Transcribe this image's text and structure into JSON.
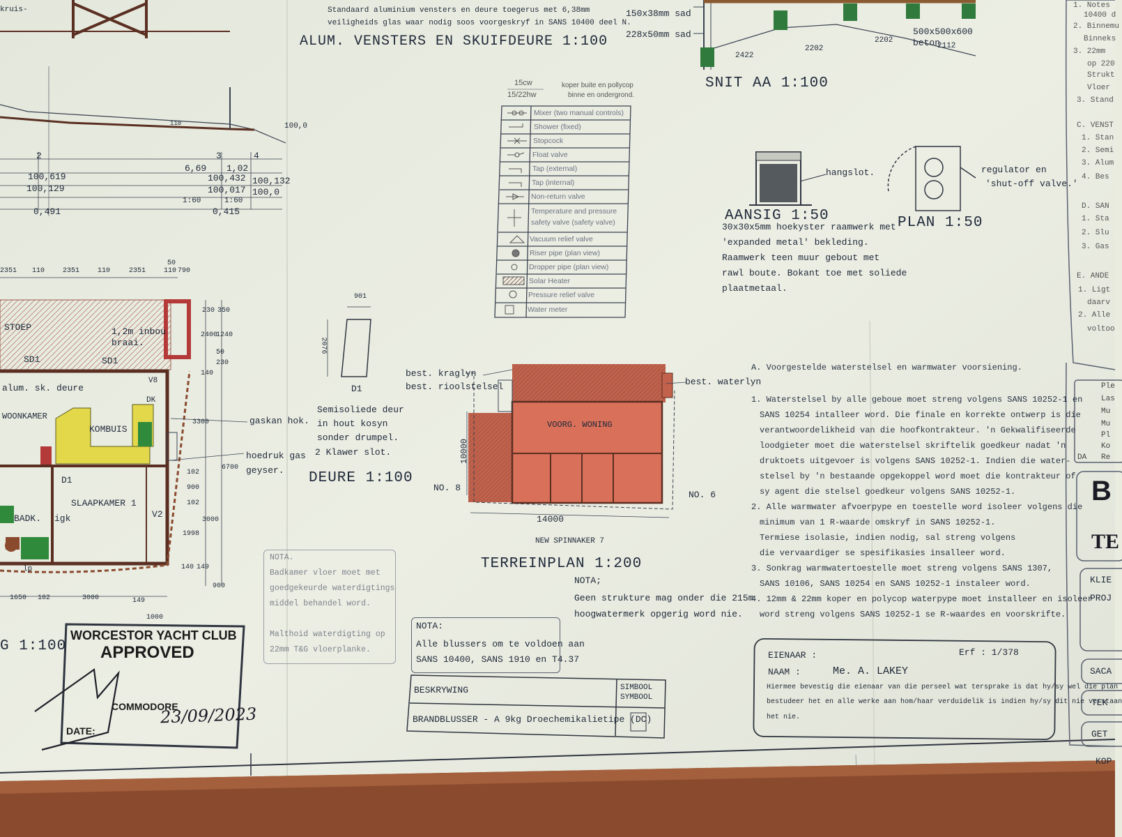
{
  "top": {
    "glazing_note_line1": "Standaard aluminium vensters en deure toegerus met 6,38mm",
    "glazing_note_line2": "veiligheids glas waar nodig soos voorgeskryf in SANS 10400 deel N.",
    "alum_title": "ALUM. VENSTERS EN SKUIFDEURE 1:100",
    "top_left_text": "kruis-"
  },
  "section": {
    "timber1": "150x38mm sad",
    "timber2": "228x50mm sad",
    "footing": "500x500x600",
    "footing2": "beton",
    "dims": [
      "2422",
      "2202",
      "2202",
      "2112"
    ],
    "title": "SNIT AA 1:100"
  },
  "levels": {
    "values": [
      "110",
      "100,0",
      "2",
      "3",
      "4",
      "6,69",
      "1,02",
      "100,619",
      "100,432",
      "100,132",
      "100,129",
      "100,017",
      "100,0",
      "1:60",
      "1:60",
      "0,491",
      "0,415"
    ]
  },
  "legend": {
    "header1": "15cw",
    "header2": "15/22hw",
    "header_note1": "koper buite en pollycop",
    "header_note2": "binne en ondergrond.",
    "rows": [
      "Mixer (two manual controls)",
      "Shower (fixed)",
      "Stopcock",
      "Float valve",
      "Tap (external)",
      "Tap (internal)",
      "Non-return valve",
      "Temperature and pressure",
      "safety valve (safety valve)",
      "Vacuum relief valve",
      "Riser pipe (plan view)",
      "Dropper pipe (plan view)",
      "Solar Heater",
      "Pressure relief valve",
      "Water meter"
    ]
  },
  "gas": {
    "label": "hangslot.",
    "elev_title": "AANSIG 1:50",
    "plan_title": "PLAN 1:50",
    "regulator1": "regulator en",
    "regulator2": "'shut-off valve.'",
    "desc": [
      "30x30x5mm hoekyster raamwerk met",
      "'expanded metal' bekleding.",
      "Raamwerk teen muur gebout met",
      "rawl boute. Bokant toe met soliede",
      "plaatmetaal."
    ]
  },
  "plan": {
    "dims_top": [
      "2351",
      "110",
      "2351",
      "110",
      "2351",
      "110",
      "790"
    ],
    "dim_top_50": "50",
    "rooms": {
      "stoep": "STOEP",
      "inbou": "1,2m inbou",
      "braai": "braai.",
      "sd1a": "SD1",
      "sd1b": "SD1",
      "door": "alum. sk. deure",
      "woonkamer": "WOONKAMER",
      "kombuis": "KOMBUIS",
      "d1": "D1",
      "slaapkamer": "SLAAPKAMER 1",
      "v2": "V2",
      "badk": "BADK.",
      "igk": "igk",
      "v8": "V8",
      "dk": "DK",
      "lp": "lp"
    },
    "vdims": [
      "230",
      "350",
      "2400",
      "1240",
      "50",
      "230",
      "140",
      "3300",
      "6700",
      "102",
      "900",
      "102",
      "3000",
      "1998",
      "140",
      "149",
      "900"
    ],
    "bdims": [
      "1650",
      "102",
      "3000",
      "149",
      "1000"
    ],
    "gas_labels": [
      "gaskan hok.",
      "hoedruk gas",
      "geyser."
    ],
    "title": "G 1:100"
  },
  "door": {
    "width": "901",
    "height": "2076",
    "tag": "D1",
    "desc": [
      "Semisoliede deur",
      "in hout kosyn",
      "sonder drumpel.",
      "2 Klawer slot."
    ],
    "title": "DEURE 1:100"
  },
  "site": {
    "kraglyn": "best. kraglyn",
    "rioolstelsel": "best. rioolstelsel",
    "waterlyn": "best. waterlyn",
    "house": "VOORG. WONING",
    "dim_v": "10000",
    "dim_h": "14000",
    "no8": "NO. 8",
    "no6": "NO. 6",
    "street": "NEW SPINNAKER 7",
    "title": "TERREINPLAN 1:200",
    "nota_title": "NOTA;",
    "nota1": "Geen strukture mag onder die 215m",
    "nota2": "hoogwatermerk opgerig word nie."
  },
  "nota_bath": {
    "title": "NOTA.",
    "lines": [
      "Badkamer vloer moet met",
      "goedgekeurde waterdigtings",
      "middel behandel word.",
      "",
      "Malthoid waterdigting op",
      "22mm T&G vloerplanke."
    ]
  },
  "nota_fire": {
    "title": "NOTA:",
    "line1": "Alle blussers om te voldoen aan",
    "line2": "SANS 10400, SANS 1910 en T4.37"
  },
  "extinguisher_table": {
    "h1": "BESKRYWING",
    "h2a": "SIMBOOL",
    "h2b": "SYMBOOL",
    "row": "BRANDBLUSSER - A 9kg Droechemikalietipe (DC)"
  },
  "notes_water": {
    "heading": "A. Voorgestelde waterstelsel en warmwater voorsiening.",
    "lines": [
      "1. Waterstelsel by alle geboue moet streng volgens SANS 10252-1 en",
      "SANS 10254 intalleer word. Die finale en korrekte ontwerp is die",
      "verantwoordelikheid van die hoofkontrakteur. 'n Gekwalifiseerde",
      "loodgieter moet die waterstelsel skriftelik goedkeur nadat 'n",
      "druktoets uitgevoer is volgens SANS 10252-1. Indien die water-",
      "stelsel by 'n bestaande opgekoppel word moet die kontrakteur of",
      "sy agent die stelsel goedkeur volgens SANS 10252-1.",
      "2. Alle warmwater afvoerpype en toestelle word isoleer volgens die",
      "minimum van 1 R-waarde omskryf in SANS 10252-1.",
      "Termiese isolasie, indien nodig, sal streng volgens",
      "die vervaardiger se spesifikasies insalleer word.",
      "3. Sonkrag warmwatertoestelle moet streng volgens SANS 1307,",
      "SANS 10106, SANS 10254 en SANS 10252-1 instaleer word.",
      "4. 12mm & 22mm koper en polycop waterpype moet installeer en isoleer",
      "word streng volgens SANS 10252-1 se R-waardes en voorskrifte."
    ]
  },
  "owner": {
    "label_eienaar": "EIENAAR :",
    "erf": "Erf : 1/378",
    "label_naam": "NAAM :",
    "naam": "Me. A. LAKEY",
    "decl": [
      "Hiermee bevestig die eienaar van die perseel wat tersprake is dat hy/sy wel die plan",
      "bestudeer het en alle werke aan hom/haar verduidelik is indien hy/sy dit nie verstaan",
      "het nie."
    ]
  },
  "stamp": {
    "club": "WORCESTOR YACHT CLUB",
    "approved": "APPROVED",
    "commodore": "COMMODORE",
    "date_label": "DATE:",
    "date": "23/09/2023"
  },
  "right_strip": {
    "texts": [
      "1. Notes",
      "10400 d",
      "2. Binnemu",
      "Binneks",
      "3. 22mm",
      "op 220",
      "Strukt",
      "Vloer",
      "3. Stand",
      "C. VENST",
      "1. Stan",
      "2. Semi",
      "3. Alum",
      "4. Bes",
      "D. SAN",
      "1. Sta",
      "2. Slu",
      "3. Gas",
      "E. ANDE",
      "1. Ligt",
      "daarv",
      "2. Alle",
      "voltoo"
    ],
    "legend": [
      "Ple",
      "Las",
      "Mu",
      "Mu",
      "Pl",
      "Ko",
      "Re"
    ],
    "da": "DA",
    "brand": "B",
    "brand2": "TE",
    "klie": "KLIE",
    "proj": "PROJ",
    "saca": "SACA",
    "tek": "TEK",
    "get": "GET",
    "kop": "KOP"
  }
}
